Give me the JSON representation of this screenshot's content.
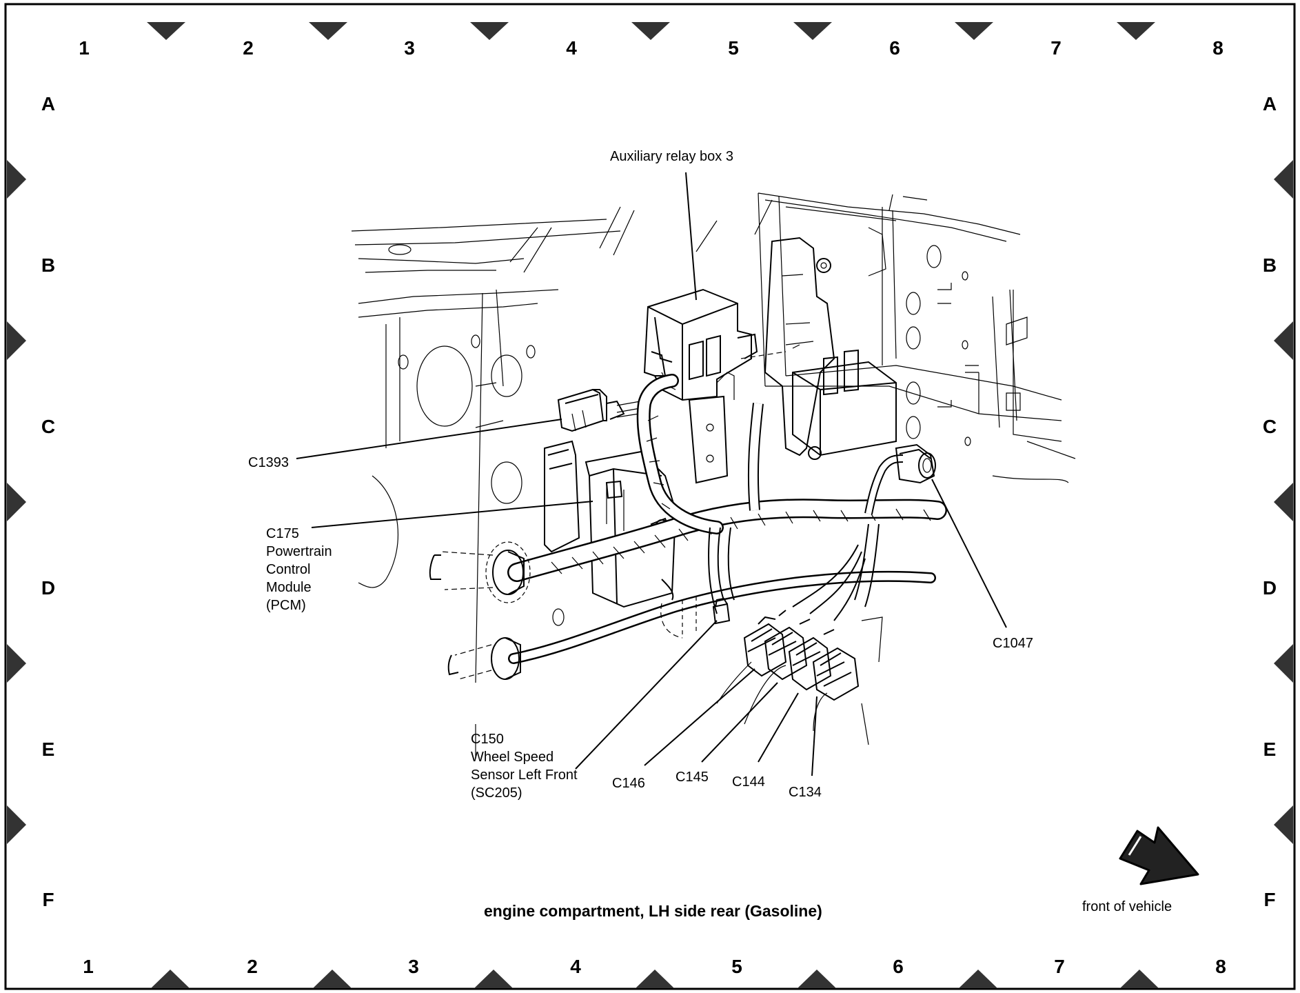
{
  "grid": {
    "columns": [
      "1",
      "2",
      "3",
      "4",
      "5",
      "6",
      "7",
      "8"
    ],
    "rows": [
      "A",
      "B",
      "C",
      "D",
      "E",
      "F"
    ]
  },
  "callouts": {
    "aux_relay_box": "Auxiliary relay box 3",
    "c1393": "C1393",
    "c175": [
      "C175",
      "Powertrain",
      "Control",
      "Module",
      "(PCM)"
    ],
    "c1047": "C1047",
    "c150": [
      "C150",
      "Wheel Speed",
      "Sensor Left Front",
      "(SC205)"
    ],
    "c146": "C146",
    "c145": "C145",
    "c144": "C144",
    "c134": "C134"
  },
  "title": "engine compartment, LH side rear (Gasoline)",
  "orientation": {
    "label": "front of vehicle",
    "icon": "arrow-icon"
  },
  "colors": {
    "line": "#000000",
    "background": "#ffffff"
  }
}
